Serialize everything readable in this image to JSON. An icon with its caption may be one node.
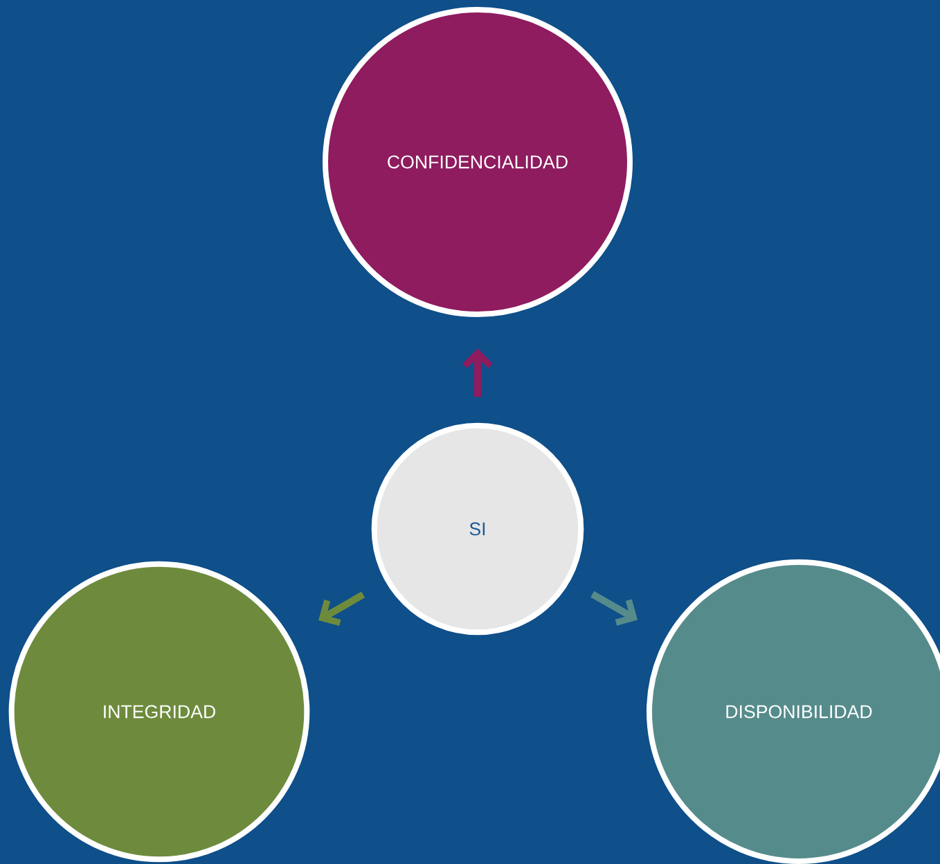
{
  "diagram": {
    "nodes": [
      {
        "text": [
          "CONFIDENCIALIDAD"
        ]
      },
      {
        "text": [
          "SI"
        ]
      },
      {
        "text": [
          "INTEGRIDAD"
        ]
      },
      {
        "text": [
          "DISPONIBILIDAD"
        ]
      }
    ],
    "edges": [
      {
        "from": 1,
        "to": 0,
        "arrow": "to",
        "color": "#8e1c5f"
      },
      {
        "from": 1,
        "to": 2,
        "arrow": "to",
        "color": "#6e8b3d"
      },
      {
        "from": 1,
        "to": 3,
        "arrow": "to",
        "color": "#568b8b"
      }
    ]
  }
}
